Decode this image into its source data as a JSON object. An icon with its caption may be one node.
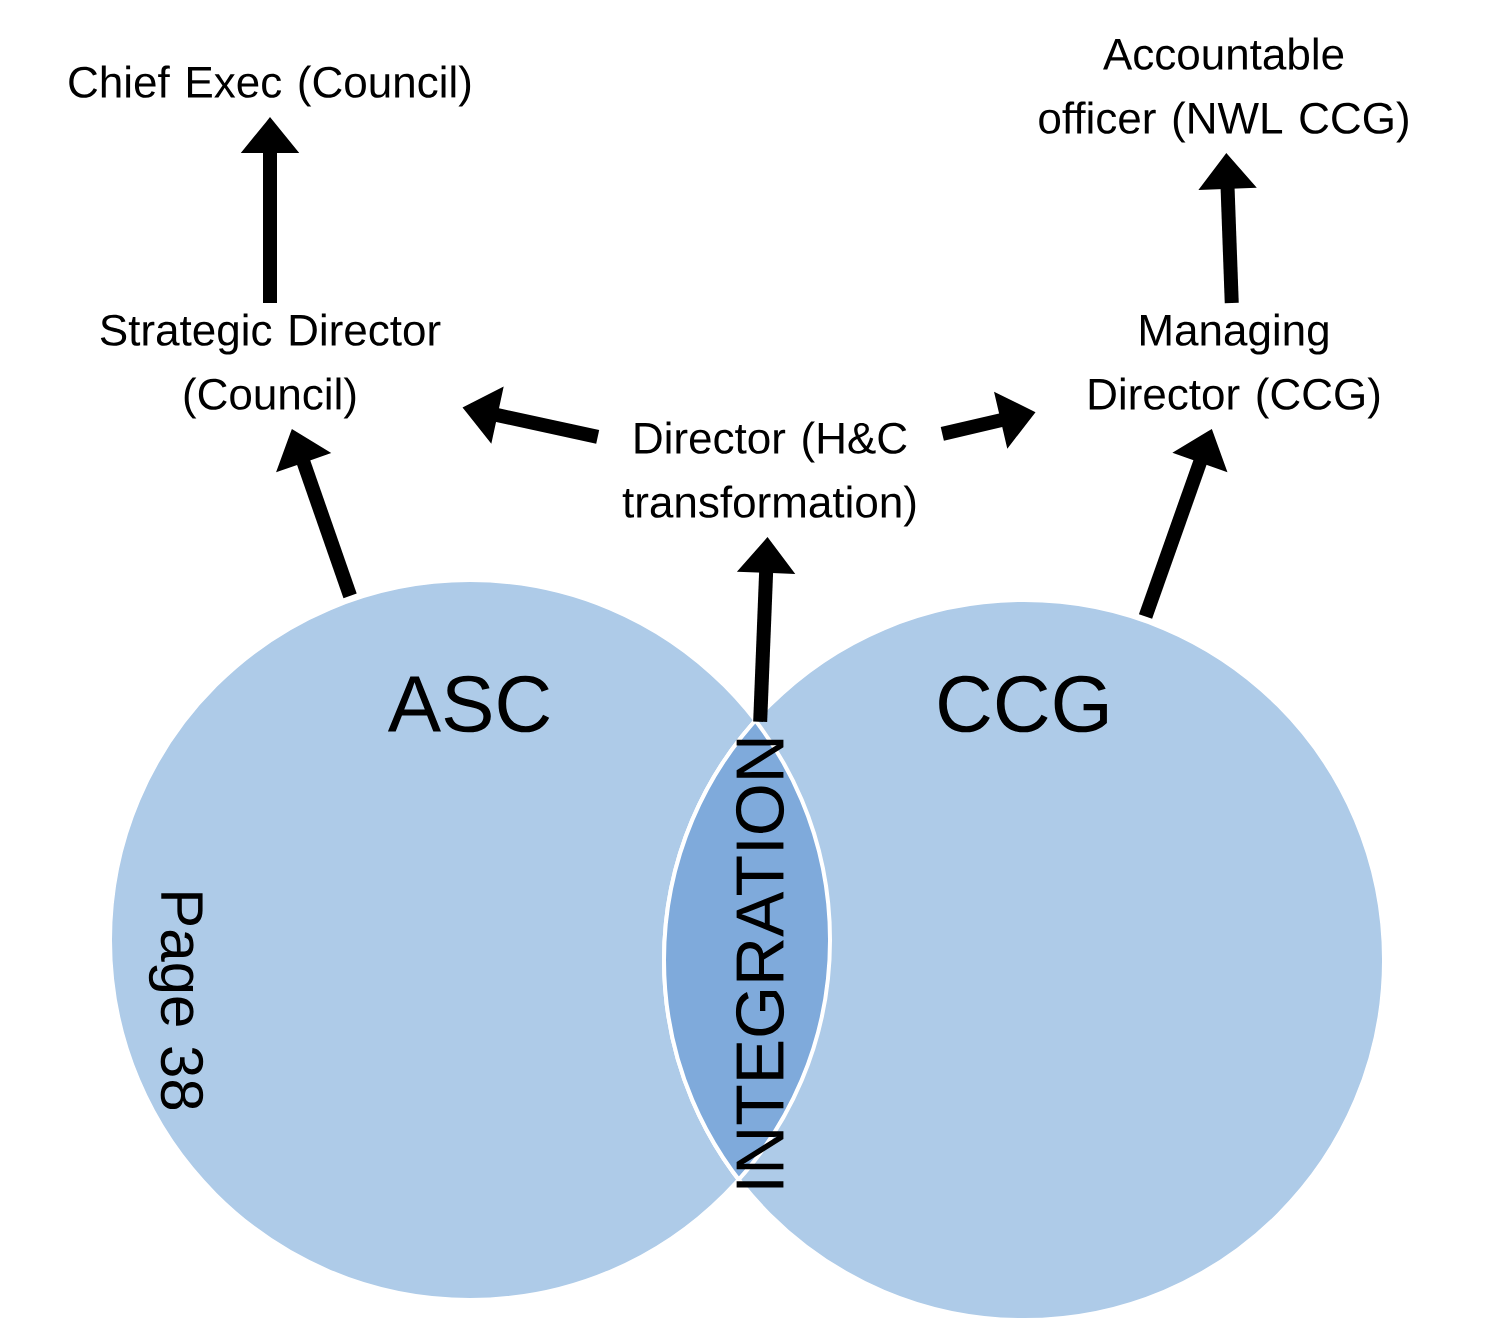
{
  "diagram": {
    "nodes": [
      {
        "text": [
          "Chief Exec (Council)"
        ]
      },
      {
        "text": [
          "Strategic Director (Council)"
        ]
      },
      {
        "text": [
          "Director (H&C transformation)"
        ]
      },
      {
        "text": [
          "Accountable officer (NWL CCG)"
        ]
      },
      {
        "text": [
          "Managing Director (CCG)"
        ]
      },
      {
        "text": [
          "ASC"
        ]
      },
      {
        "text": [
          "CCG"
        ]
      },
      {
        "text": [
          "INTEGRATION"
        ]
      }
    ],
    "edges": [
      {
        "from": 1,
        "to": 0,
        "arrow": "to"
      },
      {
        "from": 5,
        "to": 1,
        "arrow": "to"
      },
      {
        "from": 2,
        "to": 1,
        "arrow": "to"
      },
      {
        "from": 2,
        "to": 4,
        "arrow": "to"
      },
      {
        "from": 6,
        "to": 4,
        "arrow": "to"
      },
      {
        "from": 4,
        "to": 3,
        "arrow": "to"
      },
      {
        "from": 7,
        "to": 2,
        "arrow": "to"
      }
    ],
    "labels": [
      "Page 38"
    ]
  }
}
